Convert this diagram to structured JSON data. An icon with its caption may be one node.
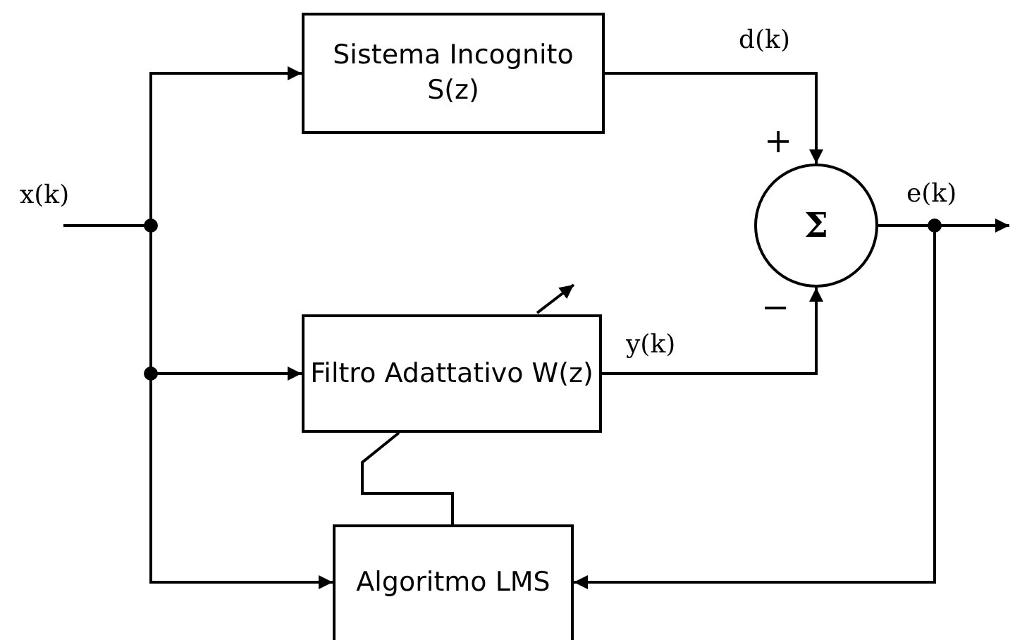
{
  "diagram": {
    "nodes": [
      {
        "text": [
          "Sistema Incognito S(z)"
        ]
      },
      {
        "text": [
          "Filtro Adattativo W(z)"
        ]
      },
      {
        "text": [
          "Algoritmo LMS"
        ]
      },
      {
        "text": [
          "Σ"
        ]
      }
    ],
    "edges": [
      {
        "from": null,
        "to": 0,
        "arrow": "to"
      },
      {
        "from": null,
        "to": 1,
        "arrow": "to"
      },
      {
        "from": null,
        "to": 2,
        "arrow": "to"
      },
      {
        "from": 0,
        "to": 3,
        "arrow": "to",
        "label": "d(k)"
      },
      {
        "from": 1,
        "to": 3,
        "arrow": "to",
        "label": "y(k)"
      },
      {
        "from": 3,
        "to": null,
        "arrow": "to",
        "label": "e(k)"
      },
      {
        "from": 3,
        "to": 2,
        "arrow": "to"
      },
      {
        "from": 2,
        "to": 1,
        "arrow": "none"
      }
    ],
    "labels": [
      "x(k)",
      "+",
      "−"
    ]
  }
}
